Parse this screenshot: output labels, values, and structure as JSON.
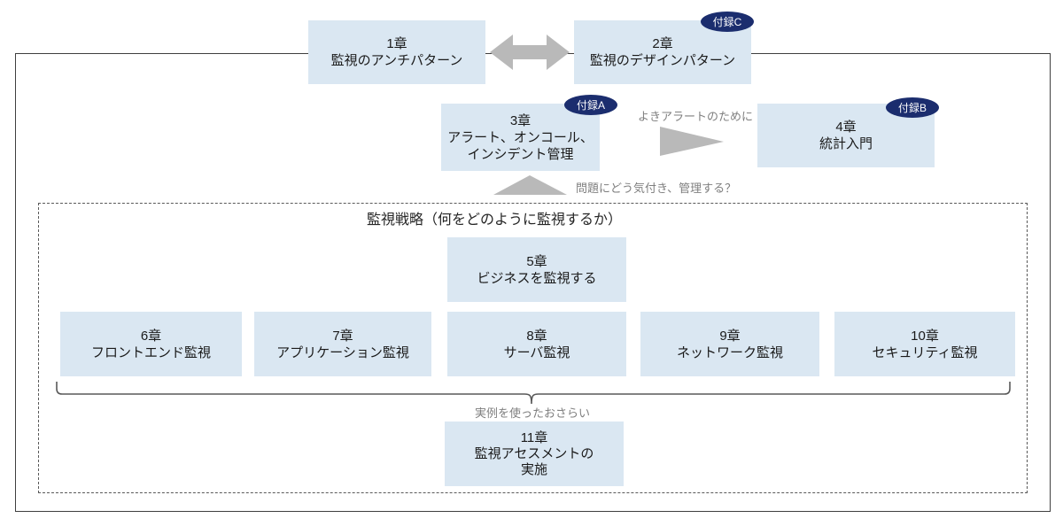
{
  "colors": {
    "box_fill": "#dae7f2",
    "box_text": "#1a1a1a",
    "badge_fill": "#1b2d6e",
    "badge_text": "#ffffff",
    "arrow_gray": "#b9b9b9",
    "muted_text": "#7f7f7f",
    "bracket": "#595959",
    "outer_border": "#3f3f3f",
    "dashed_border": "#595959",
    "title_text": "#262626",
    "page_bg": "#ffffff"
  },
  "chapters": {
    "ch1": {
      "num": "1章",
      "name": "監視のアンチパターン"
    },
    "ch2": {
      "num": "2章",
      "name": "監視のデザインパターン",
      "appendix": "付録C"
    },
    "ch3": {
      "num": "3章",
      "name": "アラート、オンコール、",
      "name2": "インシデント管理",
      "appendix": "付録A"
    },
    "ch4": {
      "num": "4章",
      "name": "統計入門",
      "appendix": "付録B"
    },
    "ch5": {
      "num": "5章",
      "name": "ビジネスを監視する"
    },
    "ch6": {
      "num": "6章",
      "name": "フロントエンド監視"
    },
    "ch7": {
      "num": "7章",
      "name": "アプリケーション監視"
    },
    "ch8": {
      "num": "8章",
      "name": "サーバ監視"
    },
    "ch9": {
      "num": "9章",
      "name": "ネットワーク監視"
    },
    "ch10": {
      "num": "10章",
      "name": "セキュリティ監視"
    },
    "ch11": {
      "num": "11章",
      "name": "監視アセスメントの",
      "name2": "実施"
    }
  },
  "annotations": {
    "good_alert": "よきアラートのために",
    "notice_manage": "問題にどう気付き、管理する？",
    "strategy_title": "監視戦略（何をどのように監視するか）",
    "recap": "実例を使ったおさらい"
  }
}
